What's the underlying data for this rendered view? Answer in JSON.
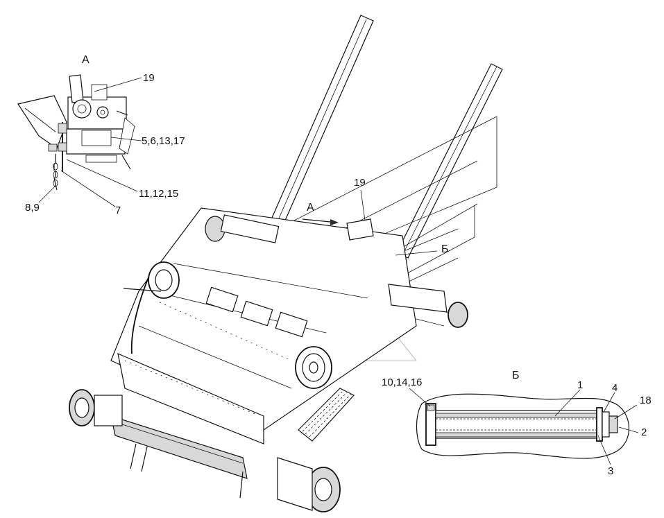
{
  "view_a": {
    "title": "А",
    "callouts": [
      "19",
      "5,6,13,17",
      "11,12,15",
      "7",
      "8,9"
    ]
  },
  "view_b": {
    "title": "Б",
    "callouts": [
      "10,14,16",
      "1",
      "4",
      "18",
      "2",
      "3"
    ]
  },
  "main": {
    "callout_19": "19",
    "marker_a": "А",
    "marker_b": "Б"
  }
}
